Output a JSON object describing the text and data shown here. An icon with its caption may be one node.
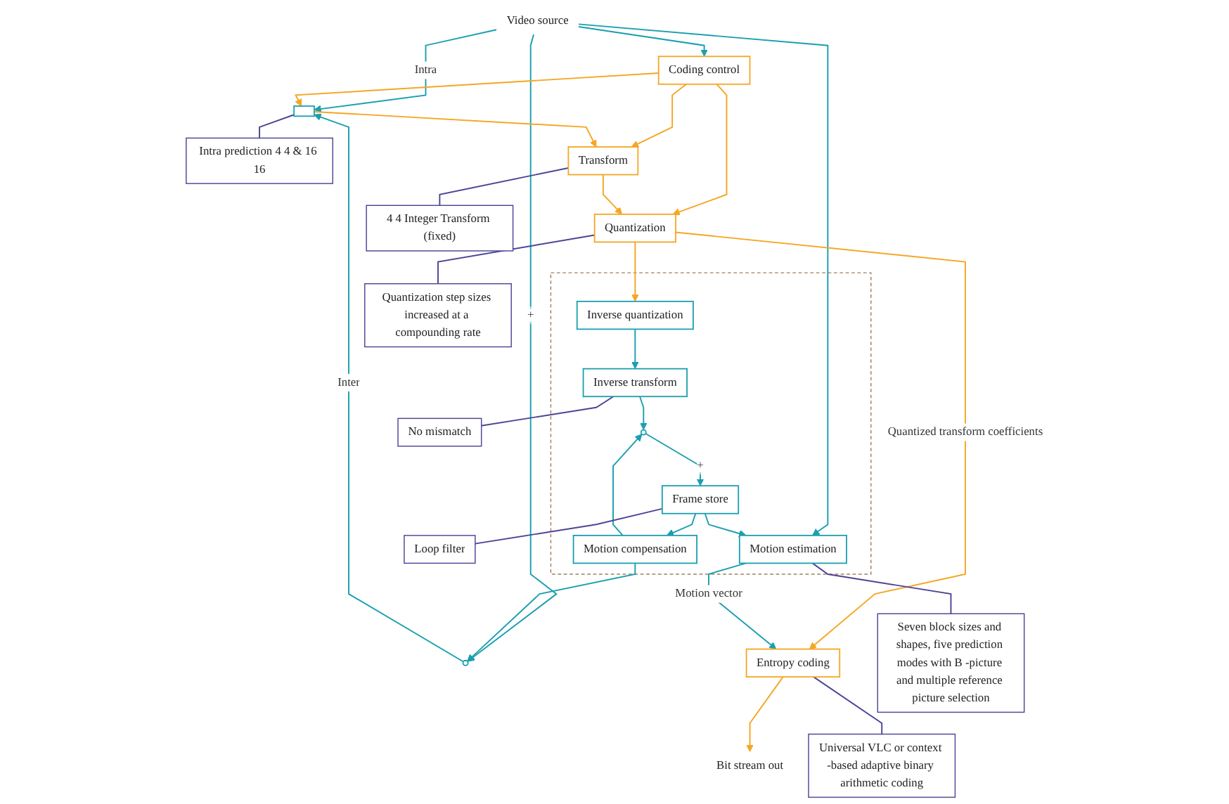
{
  "diagram": {
    "nodes": [
      {
        "text": [
          "Intra prediction 4 4 & 16 16"
        ]
      },
      {
        "text": [
          "Video source"
        ]
      },
      {
        "text": [
          "Coding control"
        ]
      },
      {
        "text": [],
        "shape": "box"
      },
      {
        "text": [],
        "shape": "circle"
      },
      {
        "text": [
          "Transform"
        ]
      },
      {
        "text": [
          "Quantization"
        ]
      },
      {
        "text": [
          "Quantization step sizes increased at a compounding rate"
        ]
      },
      {
        "text": [
          "4 4 Integer Transform (fixed)"
        ]
      },
      {
        "text": [
          "Entropy coding"
        ]
      },
      {
        "text": [
          "Bit stream out"
        ]
      },
      {
        "text": [],
        "shape": "box"
      },
      {
        "text": [
          "Inverse quantization"
        ],
        "in": 11
      },
      {
        "text": [
          "Inverse transform"
        ],
        "in": 11
      },
      {
        "text": [
          "Motion compensation"
        ],
        "in": 11
      },
      {
        "text": [],
        "shape": "circle",
        "in": 11
      },
      {
        "text": [
          "Frame store"
        ],
        "in": 11
      },
      {
        "text": [
          "Motion estimation"
        ],
        "in": 11
      },
      {
        "text": [
          "Seven block sizes and shapes, five prediction modes with B -picture and multiple reference picture selection"
        ]
      },
      {
        "text": [
          "Loop filter"
        ]
      },
      {
        "text": [
          "No mismatch"
        ]
      },
      {
        "text": [
          "Universal VLC or context -based adaptive binary arithmetic coding"
        ]
      }
    ],
    "edges": [
      {
        "from": 1,
        "to": 2,
        "arrow": "to"
      },
      {
        "from": 1,
        "to": 3,
        "arrow": "to",
        "label": "Intra"
      },
      {
        "from": 1,
        "to": 4,
        "arrow": "to",
        "label": "+"
      },
      {
        "from": 1,
        "to": 17,
        "arrow": "to"
      },
      {
        "from": 4,
        "to": 3,
        "arrow": "to",
        "label": "Inter"
      },
      {
        "from": 2,
        "to": 3,
        "arrow": "to",
        "color": "#f5a623"
      },
      {
        "from": 2,
        "to": 5,
        "arrow": "to",
        "color": "#f5a623"
      },
      {
        "from": 2,
        "to": 6,
        "arrow": "to",
        "color": "#f5a623"
      },
      {
        "from": 3,
        "to": 5,
        "arrow": "to",
        "color": "#f5a623"
      },
      {
        "from": 5,
        "to": 6,
        "arrow": "to",
        "color": "#f5a623"
      },
      {
        "from": 6,
        "to": 9,
        "arrow": "to",
        "label": "Quantized transform coefficients",
        "color": "#f5a623"
      },
      {
        "from": 6,
        "to": 12,
        "arrow": "to",
        "color": "#f5a623"
      },
      {
        "from": 9,
        "to": 10,
        "arrow": "to",
        "color": "#f5a623"
      },
      {
        "from": 12,
        "to": 13,
        "arrow": "to"
      },
      {
        "from": 13,
        "to": 15,
        "arrow": "to"
      },
      {
        "from": 14,
        "to": 4,
        "arrow": "to"
      },
      {
        "from": 14,
        "to": 15,
        "arrow": "to"
      },
      {
        "from": 15,
        "to": 16,
        "arrow": "to",
        "label": "+"
      },
      {
        "from": 16,
        "to": 14,
        "arrow": "to"
      },
      {
        "from": 16,
        "to": 17,
        "arrow": "to"
      },
      {
        "from": 17,
        "to": 9,
        "arrow": "to",
        "label": "Motion vector"
      },
      {
        "from": 0,
        "to": 3,
        "arrow": "none",
        "color": "#4b4596"
      },
      {
        "from": 7,
        "to": 6,
        "arrow": "none",
        "color": "#4b4596"
      },
      {
        "from": 8,
        "to": 5,
        "arrow": "none",
        "color": "#4b4596"
      },
      {
        "from": 18,
        "to": 17,
        "arrow": "none",
        "color": "#4b4596"
      },
      {
        "from": 19,
        "to": 16,
        "arrow": "none",
        "color": "#4b4596"
      },
      {
        "from": 20,
        "to": 13,
        "arrow": "none",
        "color": "#4b4596"
      },
      {
        "from": 21,
        "to": 9,
        "arrow": "none",
        "color": "#4b4596"
      }
    ]
  }
}
